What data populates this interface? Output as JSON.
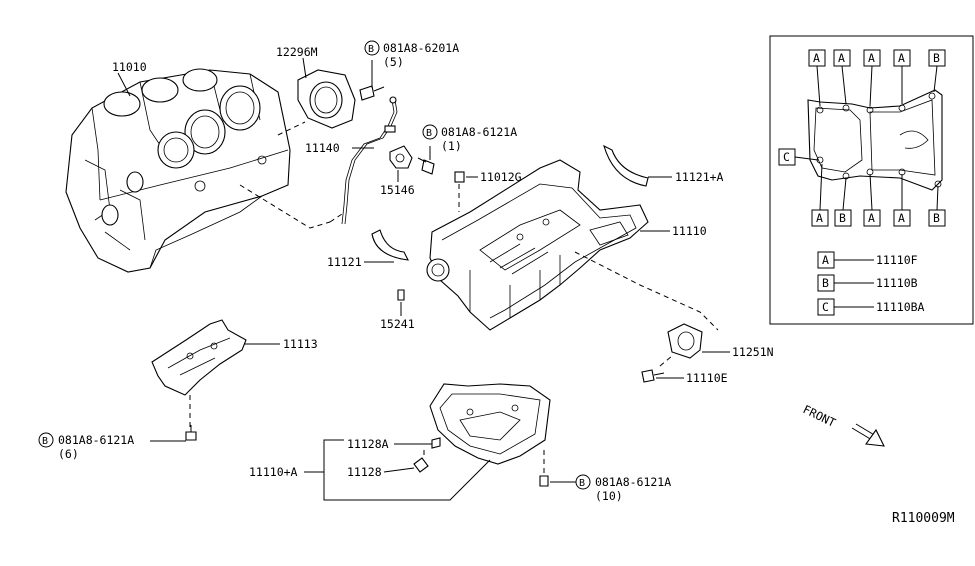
{
  "labels": {
    "block": "11010",
    "seal_retainer": "12296M",
    "bolt_b1": "081A8-6201A",
    "bolt_b1_qty": "(5)",
    "bolt_b2": "081A8-6121A",
    "bolt_b2_qty": "(1)",
    "harness": "11140",
    "sensor": "15146",
    "plug": "11012G",
    "gasket_r": "11121+A",
    "oil_pan_upper": "11110",
    "gasket_l": "11121",
    "drain_bolt": "15241",
    "bracket": "11113",
    "bolt_b3": "081A8-6121A",
    "bolt_b3_qty": "(6)",
    "rear_seal": "11251N",
    "bolt_e": "11110E",
    "drain_plug_washer": "11128A",
    "lower_pan": "11110+A",
    "drain_plug": "11128",
    "bolt_b4": "081A8-6121A",
    "bolt_b4_qty": "(10)",
    "front": "FRONT",
    "diagram_id": "R110009M",
    "circle_b": "B"
  },
  "inset": {
    "top_boxes": [
      "A",
      "A",
      "A",
      "A",
      "B"
    ],
    "left_box": "C",
    "bottom_boxes": [
      "A",
      "B",
      "A",
      "A",
      "B"
    ],
    "legend": [
      {
        "key": "A",
        "part": "11110F"
      },
      {
        "key": "B",
        "part": "11110B"
      },
      {
        "key": "C",
        "part": "11110BA"
      }
    ]
  }
}
